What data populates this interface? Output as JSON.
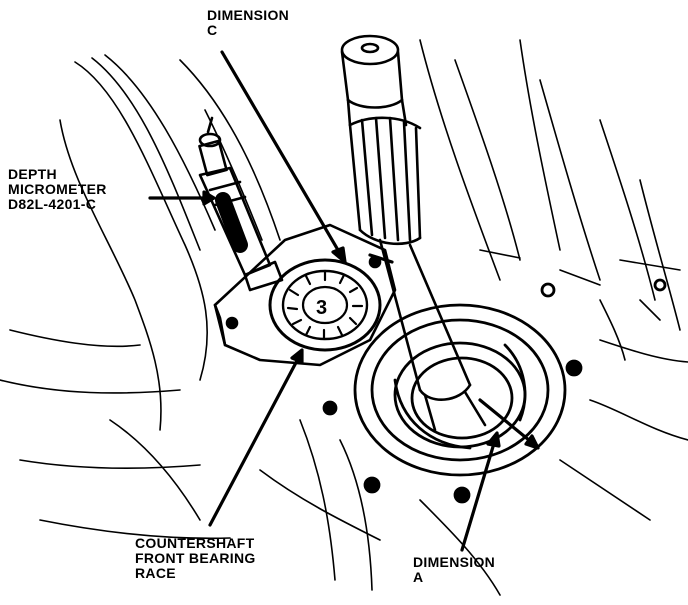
{
  "labels": {
    "dimension_c": [
      "DIMENSION",
      "C"
    ],
    "depth_micrometer": [
      "DEPTH",
      "MICROMETER",
      "D82L-4201-C"
    ],
    "countershaft_race": [
      "COUNTERSHAFT",
      "FRONT BEARING",
      "RACE"
    ],
    "dimension_a": [
      "DIMENSION",
      "A"
    ]
  },
  "colors": {
    "ink": "#000000",
    "paper": "#ffffff"
  }
}
